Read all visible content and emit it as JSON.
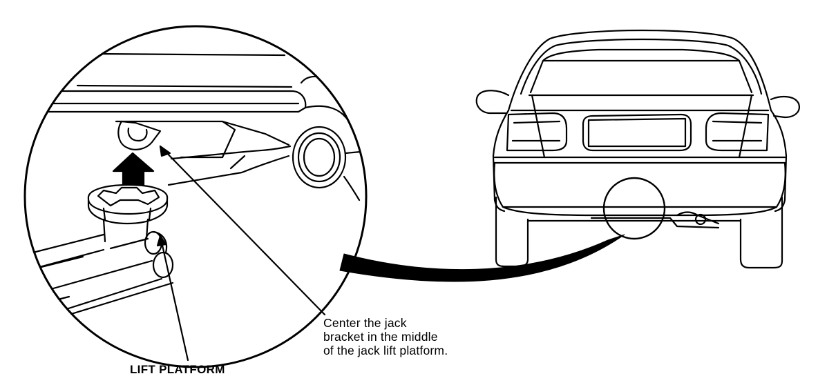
{
  "labels": {
    "lift_platform": "LIFT PLATFORM",
    "callout_line1": "Center the jack",
    "callout_line2": "bracket in the middle",
    "callout_line3": "of the jack lift platform."
  },
  "colors": {
    "ink": "#000000",
    "paper": "#ffffff"
  }
}
